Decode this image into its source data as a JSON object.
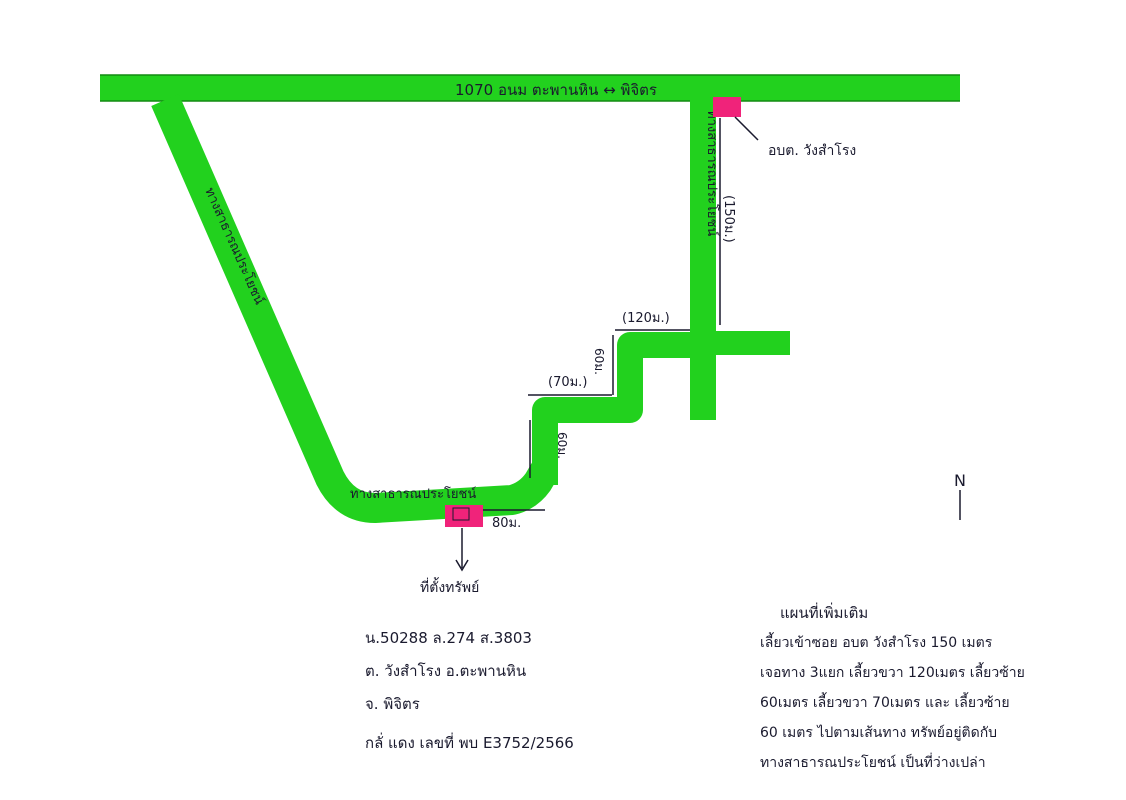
{
  "colors": {
    "road": "#22d11e",
    "road_edge": "#138a12",
    "marker": "#f0237a",
    "ink": "#1a1a2e"
  },
  "roads": {
    "main_road_label": "1070 อนม ตะพานหิน ↔ พิจิตร",
    "right_road_label": "ทางสาธารณประโยชน์",
    "left_road_label": "ทางสาธารณประโยชน์",
    "bottom_road_label": "ทางสาธารณประโยชน์"
  },
  "distances": {
    "d150": "(150ม.)",
    "d120": "(120ม.)",
    "d60_upper": "60ม.",
    "d70": "(70ม.)",
    "d60_lower": "60ม.",
    "d80": "80ม."
  },
  "landmarks": {
    "office_label": "อบต. วังสำโรง",
    "property_label": "ที่ตั้งทรัพย์"
  },
  "compass": {
    "north": "N"
  },
  "deed_info": {
    "line1": "น.50288  ล.274  ส.3803",
    "line2": "ต. วังสำโรง    อ.ตะพานหิน",
    "line3": "จ. พิจิตร",
    "line4": "กลั่ แดง  เลขที่ พบ E3752/2566"
  },
  "extra_directions": {
    "title": "แผนที่เพิ่มเติม",
    "lines": [
      "เลี้ยวเข้าซอย อบต วังสำโรง 150 เมตร",
      "เจอทาง 3แยก เลี้ยวขวา 120เมตร เลี้ยวซ้าย",
      "60เมตร เลี้ยวขวา 70เมตร และ เลี้ยวซ้าย",
      "60 เมตร ไปตามเส้นทาง ทรัพย์อยู่ติดกับ",
      "ทางสาธารณประโยชน์ เป็นที่ว่างเปล่า"
    ]
  }
}
